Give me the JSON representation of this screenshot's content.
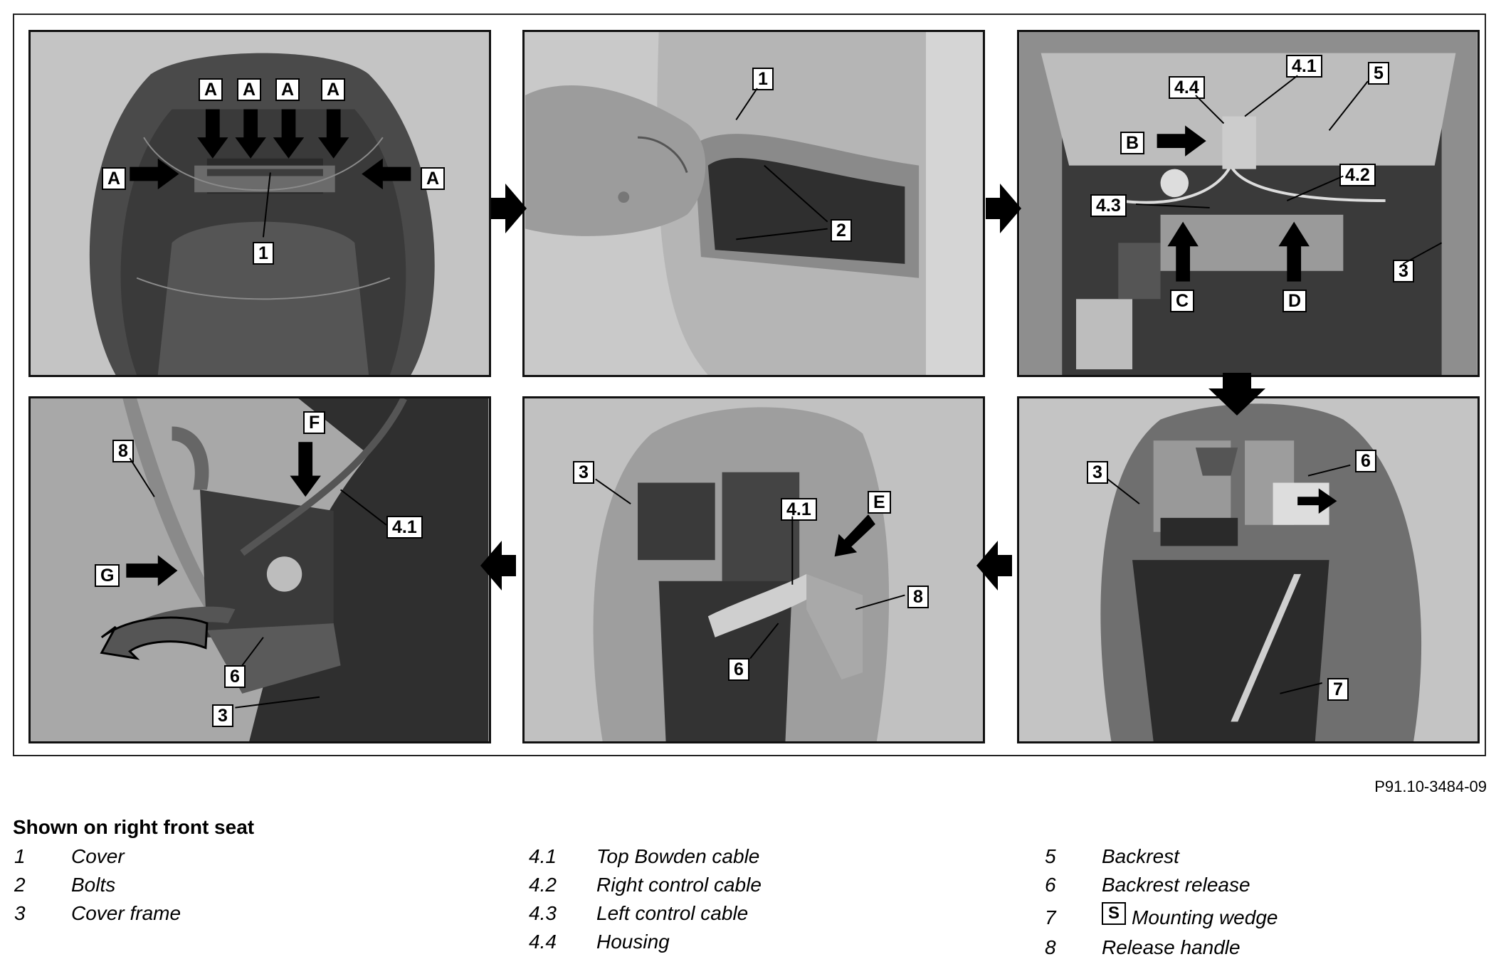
{
  "figure": {
    "id": "P91.10-3484-09",
    "panels": [
      {
        "id": "panel-1",
        "callouts": [
          "A",
          "A",
          "A",
          "A",
          "A",
          "A",
          "1"
        ]
      },
      {
        "id": "panel-2",
        "callouts": [
          "1",
          "2"
        ]
      },
      {
        "id": "panel-3",
        "callouts": [
          "4.4",
          "4.1",
          "5",
          "B",
          "4.2",
          "4.3",
          "3",
          "C",
          "D"
        ]
      },
      {
        "id": "panel-4",
        "callouts": [
          "3",
          "6",
          "7"
        ]
      },
      {
        "id": "panel-5",
        "callouts": [
          "3",
          "4.1",
          "E",
          "8",
          "6"
        ]
      },
      {
        "id": "panel-6",
        "callouts": [
          "8",
          "F",
          "4.1",
          "G",
          "6",
          "3"
        ]
      }
    ]
  },
  "legend": {
    "heading": "Shown on right front seat",
    "items": [
      {
        "num": "1",
        "label": "Cover"
      },
      {
        "num": "2",
        "label": "Bolts"
      },
      {
        "num": "3",
        "label": "Cover frame"
      },
      {
        "num": "4.1",
        "label": "Top Bowden cable"
      },
      {
        "num": "4.2",
        "label": "Right control cable"
      },
      {
        "num": "4.3",
        "label": "Left control cable"
      },
      {
        "num": "4.4",
        "label": "Housing"
      },
      {
        "num": "5",
        "label": "Backrest"
      },
      {
        "num": "6",
        "label": "Backrest release"
      },
      {
        "num": "7",
        "label": "Mounting wedge",
        "icon": "special-tool-icon"
      },
      {
        "num": "8",
        "label": "Release handle"
      }
    ]
  }
}
